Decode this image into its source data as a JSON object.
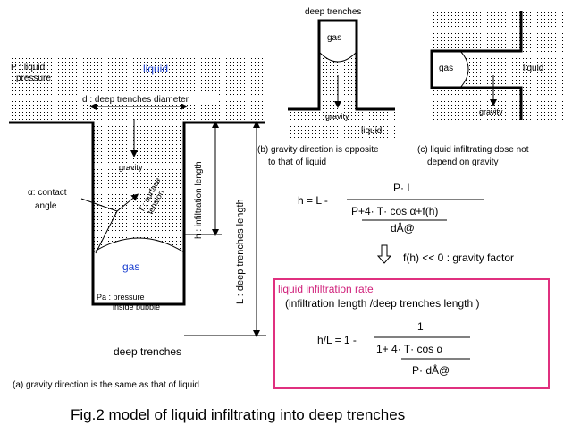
{
  "figure_caption": "Fig.2 model of liquid infiltrating into deep trenches",
  "panel_a": {
    "p_label_1": "P : liquid",
    "p_label_2": "pressure",
    "liquid_label": "liquid",
    "diameter_label": "d : deep trenches diameter",
    "gravity_label": "gravity",
    "contact_angle_1": "α: contact",
    "contact_angle_2": "angle",
    "surface_tension_1": "T : surface",
    "surface_tension_2": "tension",
    "infiltration_length": "h : infiltration length",
    "trench_length": "L : deep trenches length",
    "gas_label": "gas",
    "pressure_bubble_1": "Pa : pressure",
    "pressure_bubble_2": "inside bubble",
    "trench_label": "deep trenches",
    "caption": "(a) gravity direction is the same as that of liquid"
  },
  "panel_b": {
    "title": "deep trenches",
    "gas_label": "gas",
    "gravity_label": "gravity",
    "liquid_label": "liquid",
    "caption_1": "(b) gravity direction is opposite",
    "caption_2": "to that of liquid"
  },
  "panel_c": {
    "gas_label": "gas",
    "liquid_label": "liquid",
    "gravity_label": "gravity",
    "caption_1": "(c) liquid infiltrating dose not",
    "caption_2": "depend on gravity"
  },
  "equation_1": {
    "lhs": "h = L  -",
    "numerator": "P· L",
    "denominator": "P+4· T· cos α+f(h)",
    "sub_denominator": "dÅ@"
  },
  "gravity_factor": "f(h) << 0 : gravity factor",
  "rate_box": {
    "title": "liquid infiltration rate",
    "subtitle": "(infiltration length /deep trenches length )",
    "lhs": "h/L = 1 -",
    "numerator": "1",
    "denominator": "1+ 4· T· cos α",
    "sub_denominator": "P· dÅ@"
  },
  "colors": {
    "liquid_text": "#1a3fd0",
    "box_border": "#e0307f",
    "box_title": "#d0207a"
  }
}
